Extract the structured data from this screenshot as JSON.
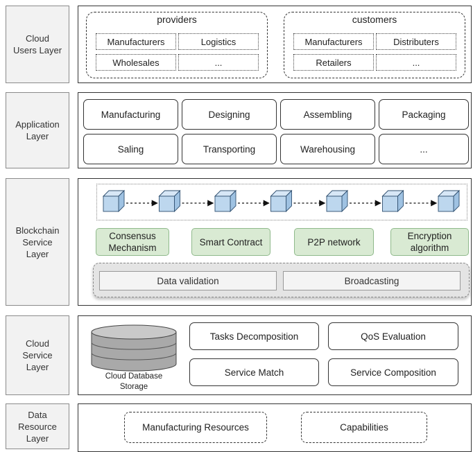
{
  "layers": {
    "cloud_users": "Cloud\nUsers Layer",
    "application": "Application\nLayer",
    "blockchain": "Blockchain\nService\nLayer",
    "cloud_service": "Cloud\nService\nLayer",
    "data_resource": "Data\nResource\nLayer"
  },
  "users": {
    "providers": {
      "title": "providers",
      "items": [
        "Manufacturers",
        "Logistics",
        "Wholesales",
        "..."
      ]
    },
    "customers": {
      "title": "customers",
      "items": [
        "Manufacturers",
        "Distributers",
        "Retailers",
        "..."
      ]
    }
  },
  "application": {
    "items": [
      "Manufacturing",
      "Designing",
      "Assembling",
      "Packaging",
      "Saling",
      "Transporting",
      "Warehousing",
      "..."
    ]
  },
  "blockchain": {
    "block_count": 7,
    "features": [
      "Consensus\nMechanism",
      "Smart Contract",
      "P2P network",
      "Encryption\nalgorithm"
    ],
    "base": [
      "Data validation",
      "Broadcasting"
    ]
  },
  "cloud_service": {
    "storage_label": "Cloud  Database\nStorage",
    "items": [
      "Tasks Decomposition",
      "QoS Evaluation",
      "Service Match",
      "Service Composition"
    ]
  },
  "data_resource": {
    "items": [
      "Manufacturing Resources",
      "Capabilities"
    ]
  },
  "colors": {
    "block_fill": "#bdd7ee",
    "block_stroke": "#2f4f6f",
    "feature_fill": "#d9ead3",
    "label_fill": "#f2f2f2"
  }
}
